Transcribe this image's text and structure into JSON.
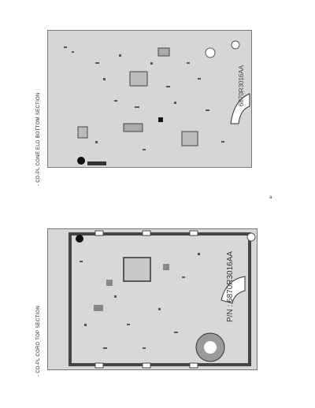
{
  "document": {
    "panels": [
      {
        "id": "bottom",
        "side_label": "- CD-PL CONE ELD BOTTOM SECTION",
        "part_number": "6870R3016AA"
      },
      {
        "id": "top",
        "side_label": "- CD-PL CORD TOP SECTION",
        "part_number": "P/N : 6870R3016AA"
      }
    ],
    "page_mark": "a"
  }
}
